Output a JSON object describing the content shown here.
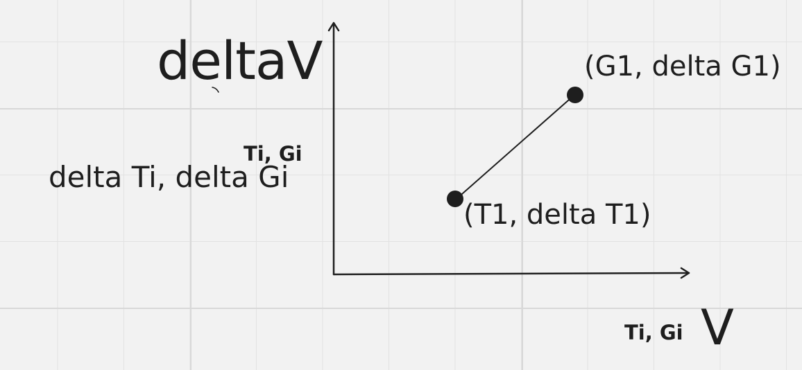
{
  "diagram": {
    "y_axis_label_main": "deltaV",
    "y_axis_label_sub": "Ti, Gi",
    "y_axis_description": "delta Ti, delta Gi",
    "x_axis_label_main": "V",
    "x_axis_label_sub": "Ti, Gi",
    "point_g_label": "(G1, delta G1)",
    "point_t_label": "(T1, delta T1)"
  },
  "colors": {
    "background": "#f2f2f2",
    "grid": "#e2e2e2",
    "ink": "#1e1e1e"
  }
}
